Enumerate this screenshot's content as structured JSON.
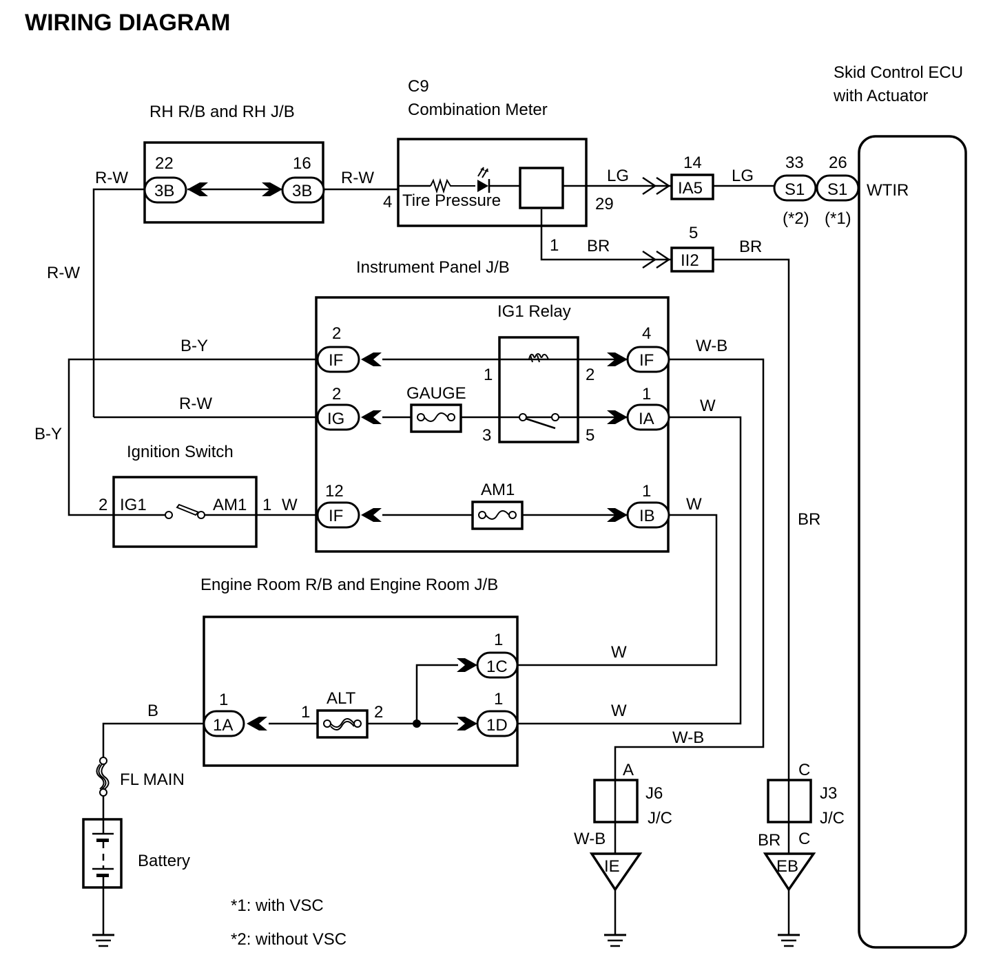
{
  "title": "WIRING DIAGRAM",
  "components": {
    "rh_rb_jb": {
      "label": "RH R/B and RH J/B",
      "left_pin": "22",
      "left_conn": "3B",
      "right_pin": "16",
      "right_conn": "3B"
    },
    "combination_meter": {
      "code": "C9",
      "label": "Combination Meter",
      "inner_label": "Tire Pressure",
      "pin_in": "4",
      "pin_out": "29",
      "pin_br": "1"
    },
    "instrument_panel_jb": {
      "label": "Instrument Panel J/B"
    },
    "ia5": {
      "pin": "14",
      "conn": "IA5"
    },
    "ii2": {
      "pin": "5",
      "conn": "II2"
    },
    "skid_ecu": {
      "label_line1": "Skid Control ECU",
      "label_line2": "with Actuator",
      "terminal": "WTIR",
      "pin_a": "33",
      "conn_a": "S1",
      "note_a": "(*2)",
      "pin_b": "26",
      "conn_b": "S1",
      "note_b": "(*1)"
    },
    "ig1_relay": {
      "label": "IG1 Relay",
      "pin1": "1",
      "pin2": "2",
      "pin3": "3",
      "pin5": "5"
    },
    "ib_connectors": {
      "if_top_left": {
        "pin": "2",
        "conn": "IF"
      },
      "if_top_right": {
        "pin": "4",
        "conn": "IF"
      },
      "ig_left": {
        "pin": "2",
        "conn": "IG"
      },
      "ia_right": {
        "pin": "1",
        "conn": "IA"
      },
      "if_bottom_left": {
        "pin": "12",
        "conn": "IF"
      },
      "ib_right": {
        "pin": "1",
        "conn": "IB"
      }
    },
    "gauge_fuse": {
      "label": "GAUGE"
    },
    "am1_fuse": {
      "label": "AM1"
    },
    "ignition_switch": {
      "label": "Ignition Switch",
      "pin_left": "2",
      "term_left": "IG1",
      "term_right": "AM1",
      "pin_right": "1"
    },
    "engine_room_rb_jb": {
      "label": "Engine Room R/B and Engine Room J/B",
      "conn_1a": {
        "pin": "1",
        "conn": "1A"
      },
      "conn_1c": {
        "pin": "1",
        "conn": "1C"
      },
      "conn_1d": {
        "pin": "1",
        "conn": "1D"
      }
    },
    "alt_fuse": {
      "label": "ALT",
      "pin1": "1",
      "pin2": "2"
    },
    "fl_main": {
      "label": "FL MAIN"
    },
    "battery": {
      "label": "Battery"
    },
    "j6": {
      "code": "J6",
      "type": "J/C",
      "pin": "A",
      "ground": "IE"
    },
    "j3": {
      "code": "J3",
      "type": "J/C",
      "pin_top": "C",
      "pin_bottom": "C",
      "ground": "EB"
    }
  },
  "wires": {
    "rw_left": "R-W",
    "rw_mid": "R-W",
    "rw_vertical": "R-W",
    "rw_ig": "R-W",
    "lg_1": "LG",
    "lg_2": "LG",
    "br_1": "BR",
    "br_2": "BR",
    "br_vertical": "BR",
    "br_j3": "BR",
    "by_top": "B-Y",
    "by_left": "B-Y",
    "wb_top": "W-B",
    "wb_bottom": "W-B",
    "wb_j6": "W-B",
    "w_ia": "W",
    "w_ib": "W",
    "w_ign": "W",
    "w_1c": "W",
    "w_1d": "W",
    "b": "B"
  },
  "footnotes": {
    "note1": "*1: with VSC",
    "note2": "*2: without VSC"
  }
}
